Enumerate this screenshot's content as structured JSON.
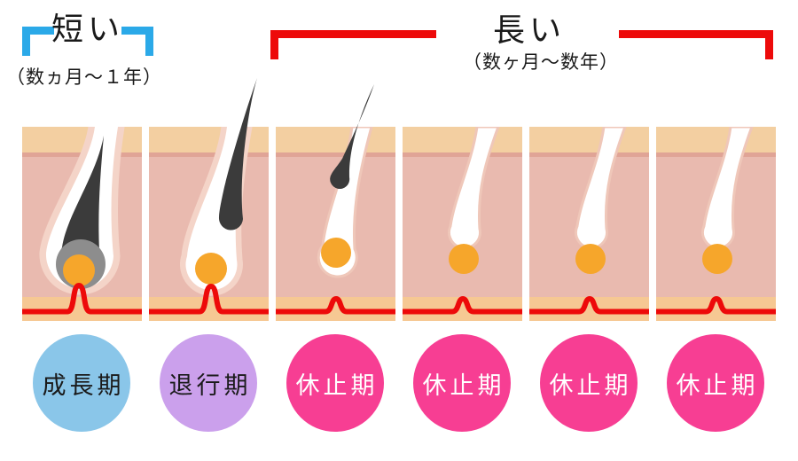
{
  "header": {
    "short": {
      "title": "短い",
      "subtitle": "（数ヵ月〜１年）",
      "bracket_color": "#2BA9E8"
    },
    "long": {
      "title": "長い",
      "subtitle": "（数ヶ月〜数年）",
      "bracket_color": "#ED0A0A"
    }
  },
  "stages": [
    {
      "label": "成長期",
      "color": "#8AC6E9",
      "text_color": "#1A1A1A"
    },
    {
      "label": "退行期",
      "color": "#CBA0EC",
      "text_color": "#1A1A1A"
    },
    {
      "label": "休止期",
      "color": "#F73E93",
      "text_color": "#FFFFFF"
    },
    {
      "label": "休止期",
      "color": "#F73E93",
      "text_color": "#FFFFFF"
    },
    {
      "label": "休止期",
      "color": "#F73E93",
      "text_color": "#FFFFFF"
    },
    {
      "label": "休止期",
      "color": "#F73E93",
      "text_color": "#FFFFFF"
    }
  ],
  "colors": {
    "bracket_blue": "#2BA9E8",
    "bracket_red": "#ED0A0A",
    "epidermis_band": "#F3CFA1",
    "dermis_boundary": "#E0A496",
    "dermis": "#E9BAAF",
    "follicle_halo": "#F4D4C8",
    "subcutis_band": "#F6C893",
    "vessel_red": "#ED0A0A",
    "hair_shaft": "#3B3B3B",
    "bulb_gray": "#8D8D8D",
    "papilla_orange": "#F6A62B"
  }
}
